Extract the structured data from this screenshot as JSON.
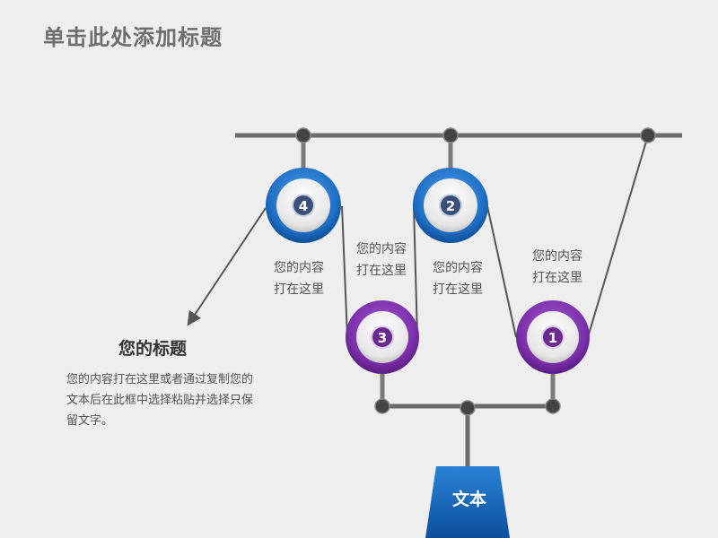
{
  "title": "单击此处添加标题",
  "pulleys": [
    {
      "number": "4",
      "color": "blue"
    },
    {
      "number": "2",
      "color": "blue"
    },
    {
      "number": "3",
      "color": "purple"
    },
    {
      "number": "1",
      "color": "purple"
    }
  ],
  "labels": {
    "label_4": "您的内容\n打在这里",
    "label_3": "您的内容\n打在这里",
    "label_2": "您的内容\n打在这里",
    "label_1": "您的内容\n打在这里"
  },
  "side": {
    "heading": "您的标题",
    "body": "您的内容打在这里或者通过复制您的文本后在此框中选择粘贴并选择只保留文字。"
  },
  "load_label": "文本",
  "colors": {
    "blue_ring": "#1f6fc4",
    "purple_ring": "#7b2fa8",
    "rope": "#555555",
    "bar": "#6b6b6b",
    "joint": "#444444",
    "load_box": "#1560b0"
  }
}
